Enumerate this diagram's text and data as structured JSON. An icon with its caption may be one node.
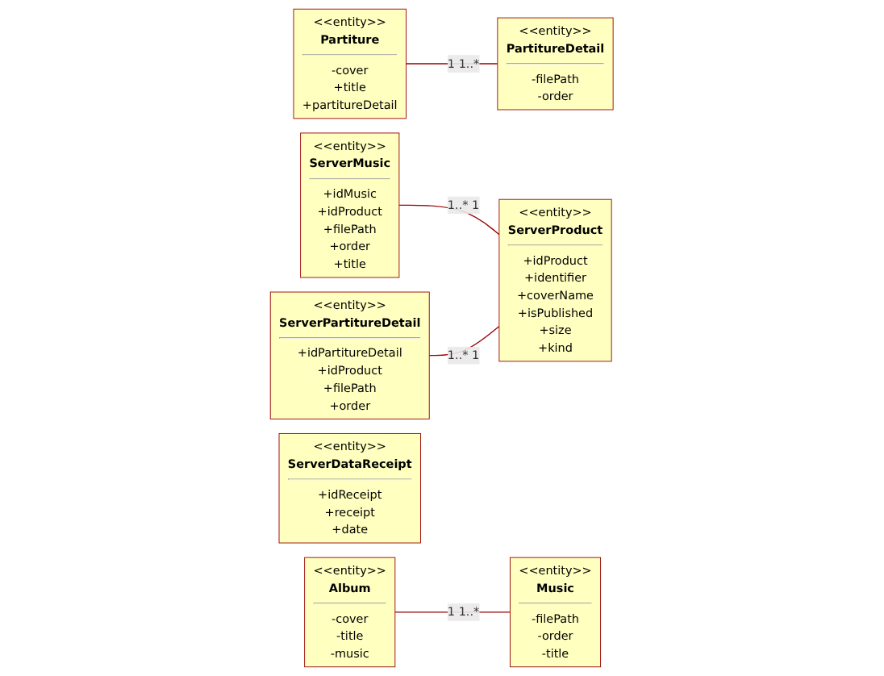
{
  "diagram": {
    "nodes": [
      {
        "text": [
          "<<entity>>",
          "Partiture",
          "-cover +title +partitureDetail"
        ]
      },
      {
        "text": [
          "<<entity>>",
          "PartitureDetail",
          "-filePath -order"
        ]
      },
      {
        "text": [
          "<<entity>>",
          "ServerMusic",
          "+idMusic +idProduct +filePath +order +title"
        ]
      },
      {
        "text": [
          "<<entity>>",
          "Album",
          "-cover -title -music"
        ]
      },
      {
        "text": [
          "<<entity>>",
          "Music",
          "-filePath -order -title"
        ]
      },
      {
        "text": [
          "<<entity>>",
          "ServerDataReceipt",
          "+idReceipt +receipt +date"
        ]
      },
      {
        "text": [
          "<<entity>>",
          "ServerPartitureDetail",
          "+idPartitureDetail +idProduct +filePath +order"
        ]
      },
      {
        "text": [
          "<<entity>>",
          "ServerProduct",
          "+idProduct +identifier +coverName +isPublished +size +kind"
        ]
      }
    ],
    "edges": [
      {
        "from": 0,
        "to": 1,
        "arrow": "none",
        "label": "1 1..*"
      },
      {
        "from": 3,
        "to": 4,
        "arrow": "none",
        "label": "1 1..*"
      },
      {
        "from": 2,
        "to": 7,
        "arrow": "none",
        "label": "1..* 1"
      },
      {
        "from": 6,
        "to": 7,
        "arrow": "none",
        "label": "1..* 1"
      }
    ]
  }
}
